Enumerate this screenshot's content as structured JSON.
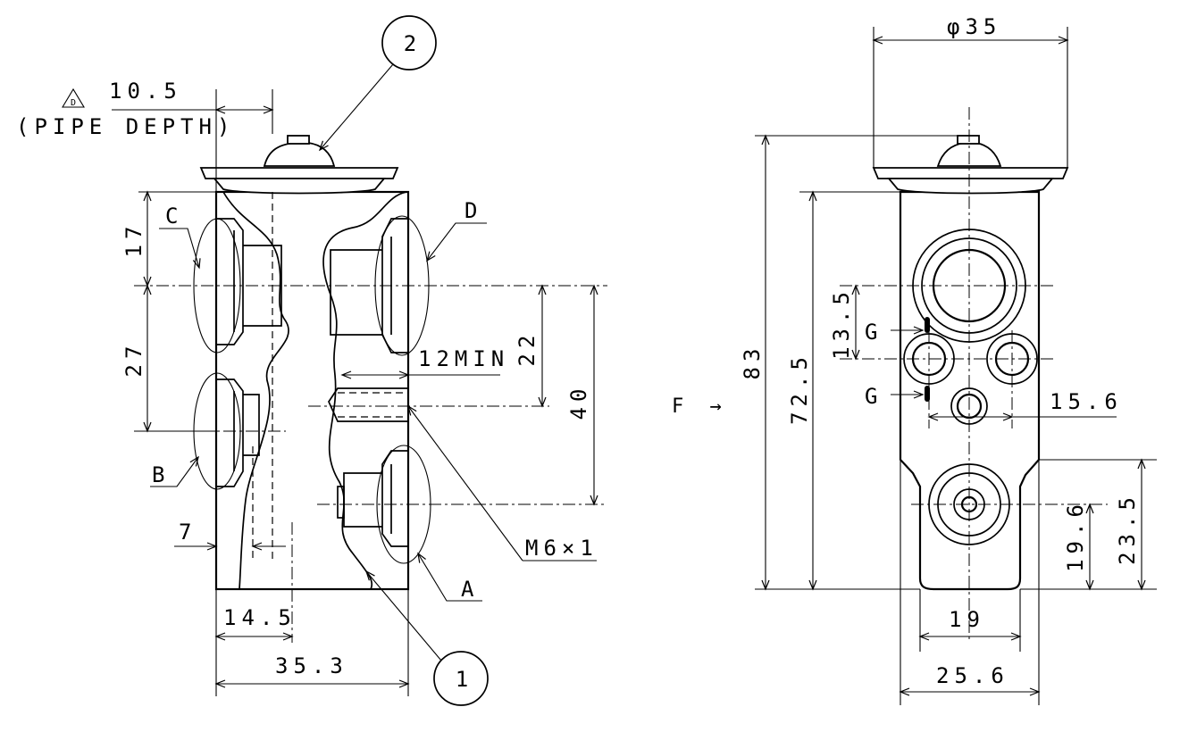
{
  "drawing": {
    "left_view": {
      "dims": {
        "pipe_depth_value": "10.5",
        "pipe_depth_note": "(PIPE DEPTH)",
        "delta_symbol": "D",
        "h17": "17",
        "h27": "27",
        "h22": "22",
        "h40": "40",
        "min12": "12MIN",
        "w7": "7",
        "w14_5": "14.5",
        "w35_3": "35.3",
        "thread": "M6×1"
      },
      "ports": {
        "A": "A",
        "B": "B",
        "C": "C",
        "D": "D"
      },
      "balloons": {
        "b1": "1",
        "b2": "2"
      }
    },
    "right_view": {
      "dims": {
        "dia35": "φ35",
        "h83": "83",
        "h72_5": "72.5",
        "h13_5": "13.5",
        "h19_6": "19.6",
        "h23_5": "23.5",
        "w15_6": "15.6",
        "w19": "19",
        "w25_6": "25.6"
      },
      "labels": {
        "g_top": "G",
        "g_bottom": "G",
        "view_f": "F →"
      }
    }
  }
}
